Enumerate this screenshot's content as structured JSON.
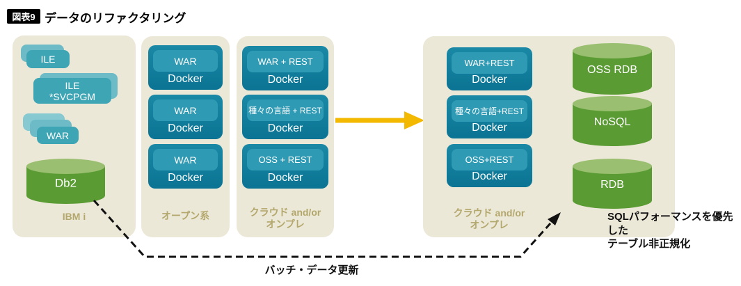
{
  "figure": {
    "badge": "図表9",
    "title": "データのリファクタリング"
  },
  "ibmi_panel": {
    "label": "IBM i",
    "chip_ile": "ILE",
    "chip_svcpgm_line1": "ILE",
    "chip_svcpgm_line2": "*SVCPGM",
    "chip_war": "WAR",
    "cylinder": "Db2"
  },
  "open_panel": {
    "label": "オープン系",
    "boxes": [
      {
        "app": "WAR",
        "runtime": "Docker"
      },
      {
        "app": "WAR",
        "runtime": "Docker"
      },
      {
        "app": "WAR",
        "runtime": "Docker"
      }
    ]
  },
  "cloud_panel_before": {
    "label_line1": "クラウド and/or",
    "label_line2": "オンプレ",
    "boxes": [
      {
        "app": "WAR + REST",
        "runtime": "Docker"
      },
      {
        "app": "種々の言語 + REST",
        "runtime": "Docker"
      },
      {
        "app": "OSS + REST",
        "runtime": "Docker"
      }
    ]
  },
  "cloud_panel_after": {
    "label_line1": "クラウド and/or",
    "label_line2": "オンプレ",
    "boxes": [
      {
        "app": "WAR+REST",
        "runtime": "Docker"
      },
      {
        "app": "種々の言語+REST",
        "runtime": "Docker"
      },
      {
        "app": "OSS+REST",
        "runtime": "Docker"
      }
    ],
    "cylinders": [
      "OSS RDB",
      "NoSQL",
      "RDB"
    ]
  },
  "annotations": {
    "batch_arrow_label": "バッチ・データ更新",
    "sql_note_line1": "SQLパフォーマンスを優先した",
    "sql_note_line2": "テーブル非正規化"
  },
  "colors": {
    "panel_bg": "#ECE8D8",
    "box_dark_teal": "#0E7E9E",
    "box_inner_teal": "#2F9AB4",
    "chip_teal": "#3EA5B5",
    "chip_back_teal": "#6CBBC6",
    "cylinder_green": "#5A9B33",
    "cylinder_top_green": "#9ABF70",
    "label_olive": "#B3A76C",
    "arrow_yellow": "#F3B800",
    "dashed_line_black": "#111111"
  }
}
